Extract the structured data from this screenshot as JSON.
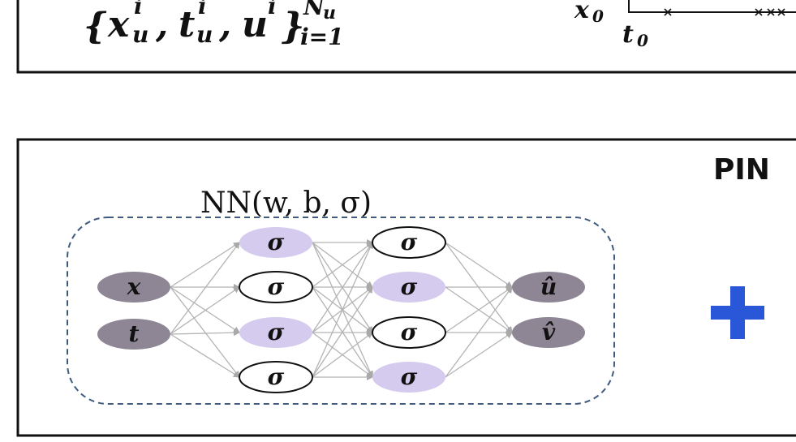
{
  "top_panel": {
    "dataset_prefix": "{",
    "dataset_x": "x",
    "dataset_t": "t",
    "dataset_u": "u",
    "dataset_sub": "u",
    "dataset_sup": "i",
    "dataset_comma": ",",
    "dataset_close": "}",
    "dataset_upper": "N",
    "dataset_upper_sub": "u",
    "dataset_lower": "i=1",
    "axis_x_label": "x",
    "axis_x_sub": "0",
    "axis_t_label": "t",
    "axis_t_sub": "0"
  },
  "bottom_panel": {
    "title_partial": "PIN",
    "network_label": "NN(w, b, σ)",
    "inputs": [
      "x",
      "t"
    ],
    "hidden_layer_1": [
      "σ",
      "σ",
      "σ",
      "σ"
    ],
    "hidden_layer_2": [
      "σ",
      "σ",
      "σ",
      "σ"
    ],
    "outputs": [
      "û",
      "v̂"
    ],
    "plus_symbol": "+"
  },
  "colors": {
    "input_node": "#8e8595",
    "hidden_filled": "#d5cbee",
    "hidden_empty": "#ffffff",
    "output_node": "#8e8595",
    "edge": "#b3b3b3",
    "dashed_box": "#3e5a7e",
    "plus": "#2957d8",
    "frame": "#111111"
  }
}
